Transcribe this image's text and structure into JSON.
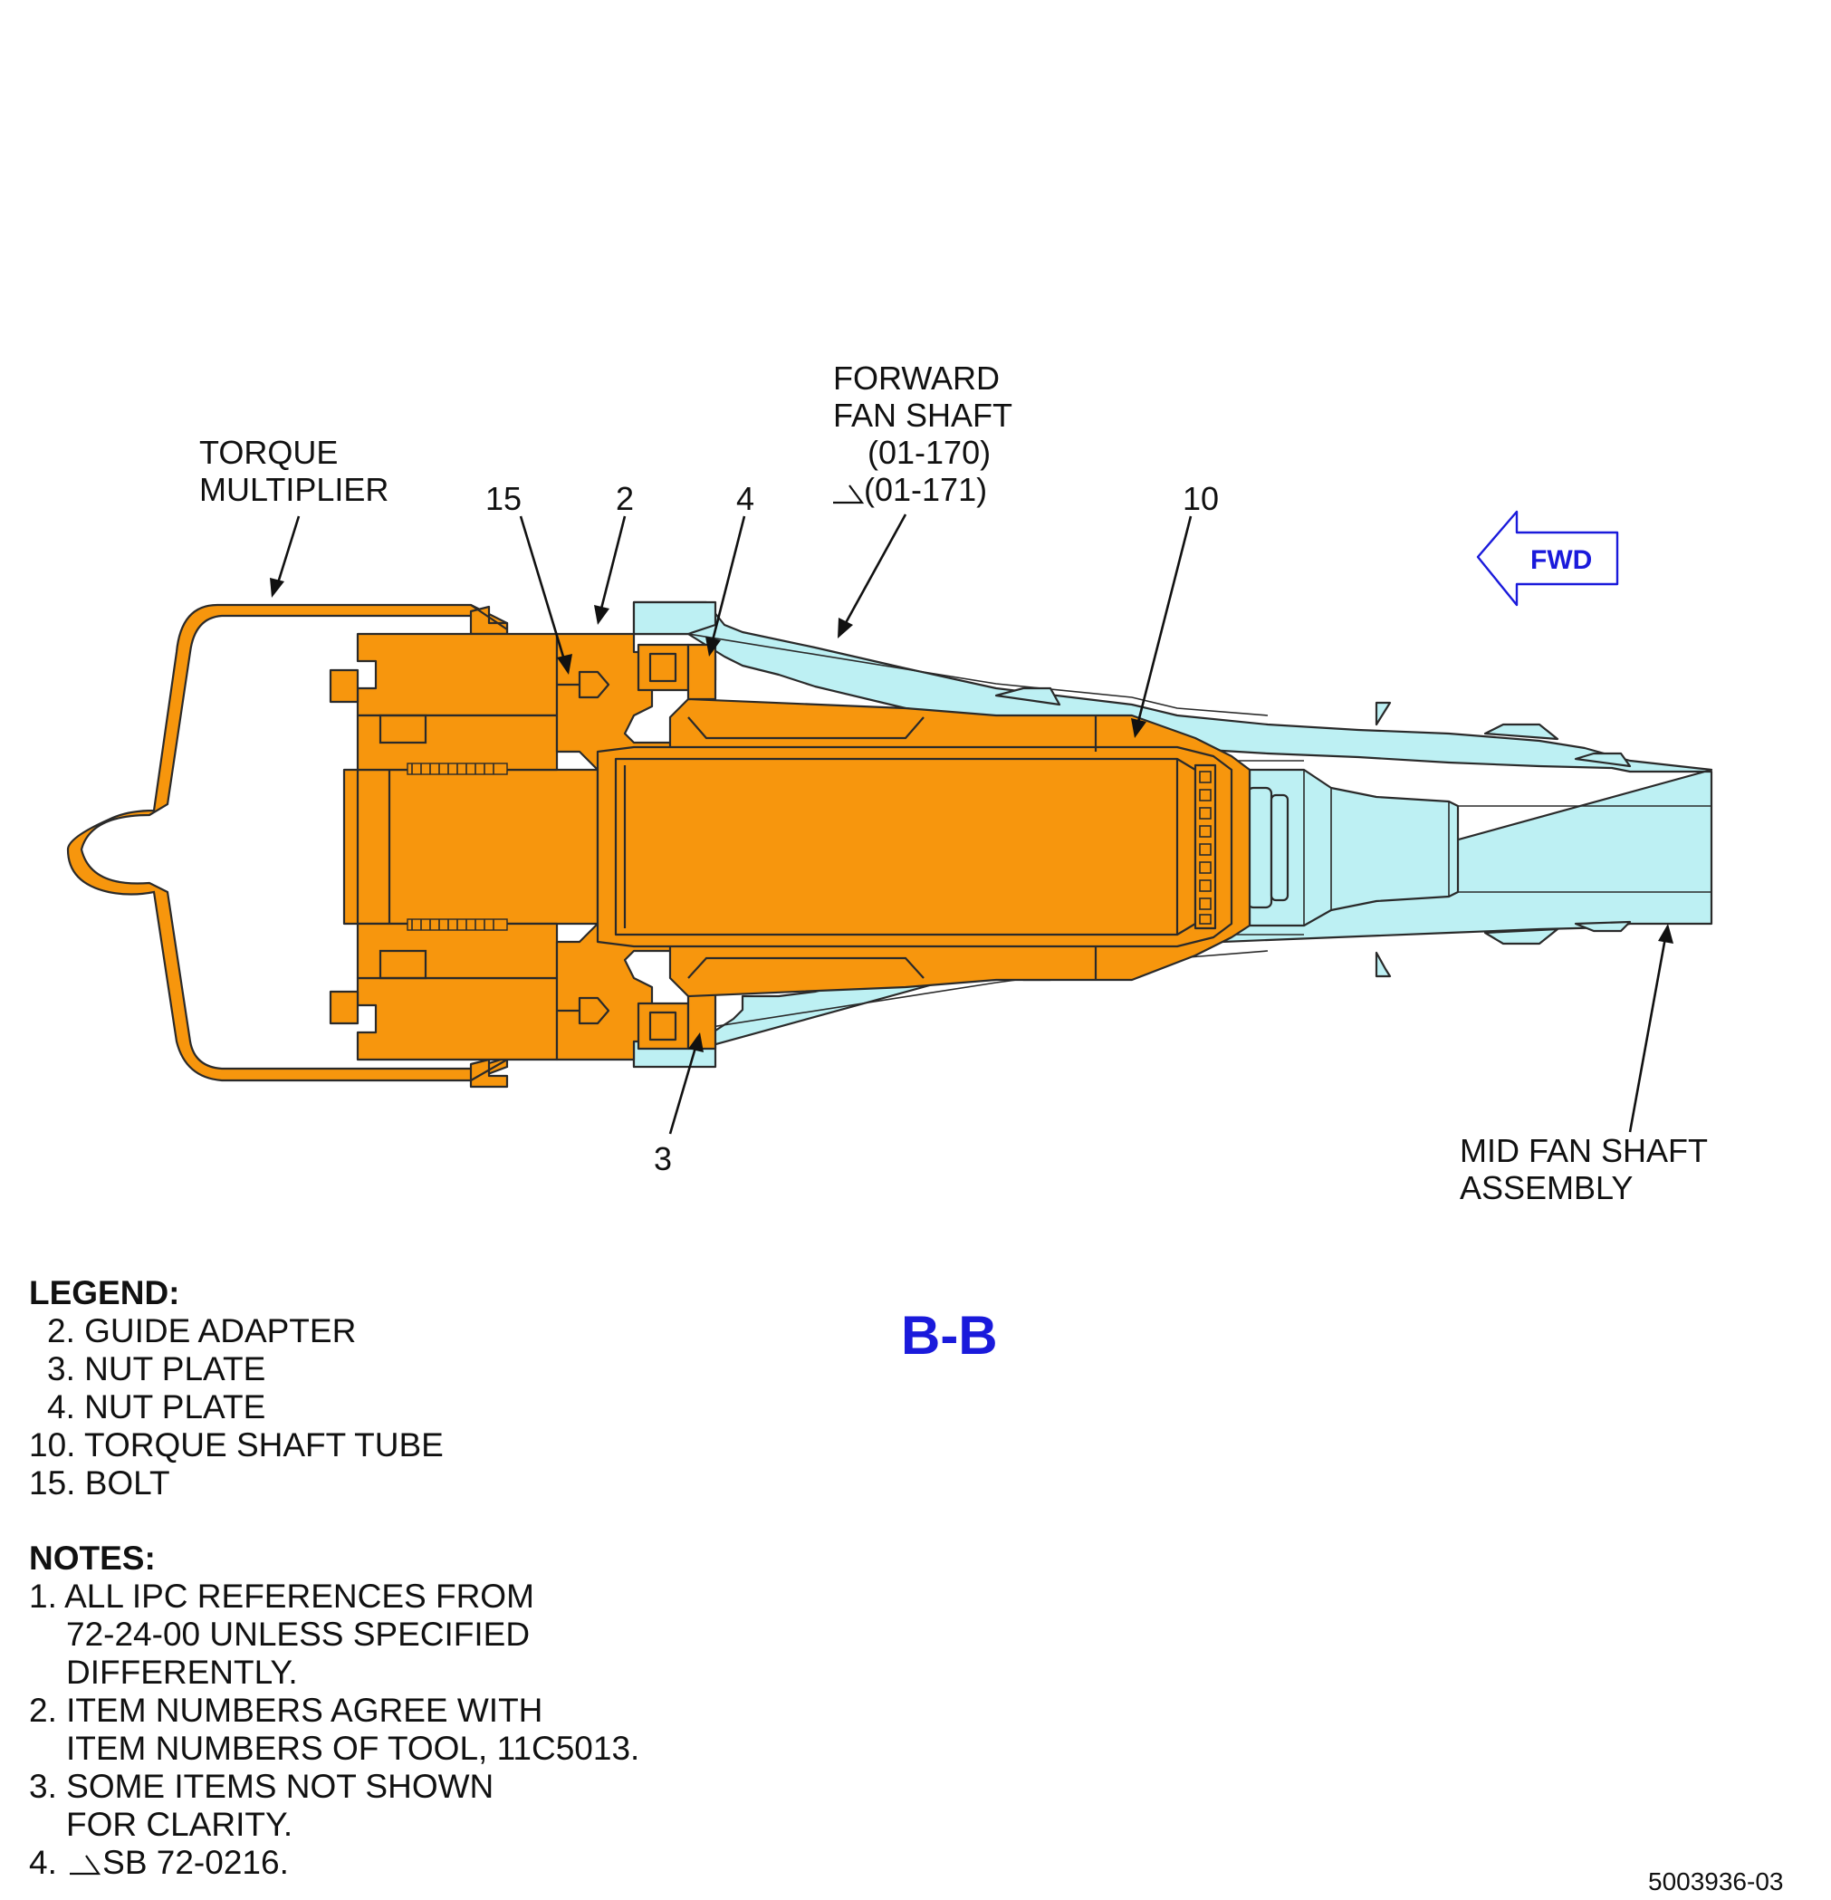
{
  "callouts": {
    "torque_multiplier": [
      "TORQUE",
      "MULTIPLIER"
    ],
    "forward_fan_shaft": [
      "FORWARD",
      "FAN SHAFT",
      "(01-170)",
      "(01-171)"
    ],
    "mid_fan_shaft": [
      "MID FAN SHAFT",
      "ASSEMBLY"
    ],
    "item_15": "15",
    "item_2": "2",
    "item_4": "4",
    "item_10": "10",
    "item_3": "3"
  },
  "fwd_label": "FWD",
  "section_label": "B-B",
  "legend": {
    "heading": "LEGEND:",
    "items": [
      "2. GUIDE ADAPTER",
      "3. NUT PLATE",
      "4. NUT PLATE",
      "10. TORQUE SHAFT TUBE",
      "15. BOLT"
    ]
  },
  "notes": {
    "heading": "NOTES:",
    "items": [
      {
        "num": "1.",
        "lines": [
          "ALL IPC REFERENCES FROM",
          "72-24-00 UNLESS SPECIFIED",
          "DIFFERENTLY."
        ]
      },
      {
        "num": "2.",
        "lines": [
          "ITEM NUMBERS AGREE WITH",
          "ITEM NUMBERS OF TOOL, 11C5013."
        ]
      },
      {
        "num": "3.",
        "lines": [
          "SOME ITEMS NOT SHOWN",
          "FOR CLARITY."
        ]
      },
      {
        "num": "4.",
        "lines": [
          "SB 72-0216."
        ]
      }
    ]
  },
  "figure_number": "5003936-03",
  "colors": {
    "tool_orange": "#f7960d",
    "shaft_cyan": "#bdf0f3",
    "accent_blue": "#1a1adb"
  },
  "icons": {
    "fwd_arrow": "left-arrow-outline",
    "service_bulletin_flag": "sb-flag-icon"
  }
}
